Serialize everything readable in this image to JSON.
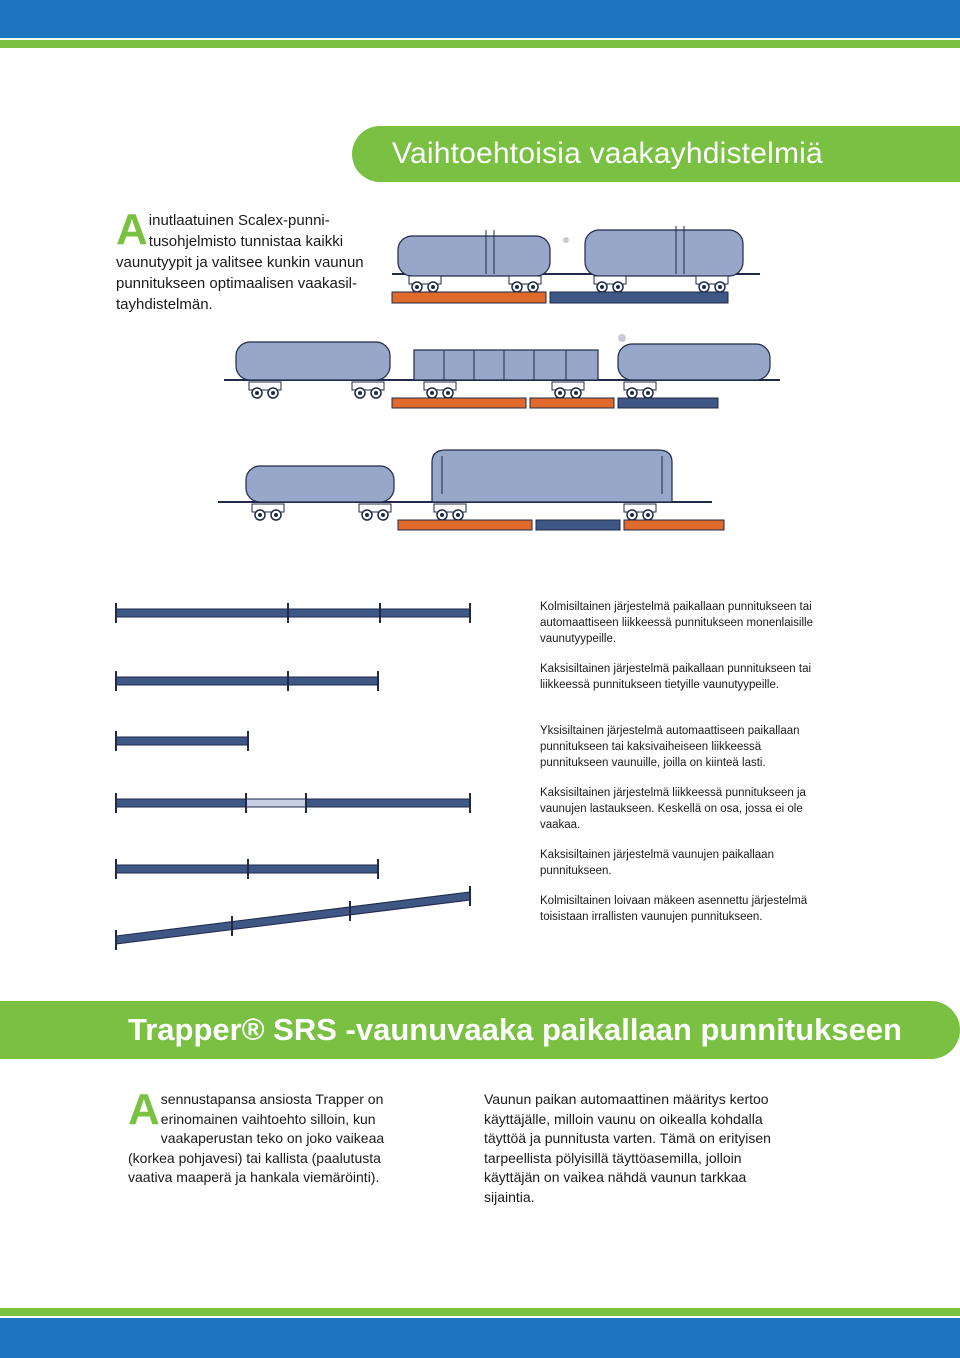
{
  "header": {
    "title": "Vaihtoehtoisia vaakayhdistelmiä"
  },
  "intro": {
    "dropcap": "A",
    "text": "inutlaatuinen Scalex-punni­tusohjelmisto tunnistaa kaikki vaunutyypit ja valitsee kunkin vaunun punnitukseen optimaalisen vaakasil­tayhdistelmän."
  },
  "colors": {
    "brand_green": "#7ac143",
    "brand_blue": "#1f74bf",
    "wagon_fill": "#97a7c9",
    "wagon_stroke": "#1e2a48",
    "bridge_orange": "#e06a2c",
    "bridge_navy": "#3e5785"
  },
  "configurations": [
    {
      "text": "Kolmisiltainen järjestelmä paikallaan punnituk­seen tai automaattiseen liikkeessä punnitukseen monenlaisille vaunutyypeille."
    },
    {
      "text": "Kaksisiltainen järjestelmä paikallaan punnitukseen tai liikkeessä punnitukseen tietyille vaunutyypeille."
    },
    {
      "text": "Yksisiltainen järjestelmä automaattiseen paikal­laan punnitukseen tai kaksivaiheiseen liikkeessä punnitukseen vaunuille, joilla on kiinteä lasti."
    },
    {
      "text": "Kaksisiltainen järjestelmä liikkeessä punnitukseen ja vaunujen lastaukseen. Keskellä on osa, jossa ei ole vaakaa."
    },
    {
      "text": "Kaksisiltainen järjestelmä vaunujen paikallaan punnitukseen."
    },
    {
      "text": "Kolmisiltainen loivaan mäkeen asennettu järjestel­mä toisistaan irrallisten vaunujen punnitukseen."
    }
  ],
  "section2": {
    "title": "Trapper® SRS -vaunuvaaka paikallaan punnitukseen",
    "col1_dropcap": "A",
    "col1_text": "sennustapansa ansiosta Trapper on erinomainen vaihtoehto silloin, kun vaakaperustan teko on joko vaikeaa (korkea pohjavesi) tai kallista (paalutusta vaativa maaperä ja hankala viemäröinti).",
    "col2_text": "Vaunun paikan automaattinen määritys kertoo käyttäjälle, milloin vaunu on oikealla kohdalla täyttöä ja punnitusta varten. Tämä on erityisen tarpeellista pölyisillä täyttöasemilla, jolloin käyttäjän on vaikea nähdä vaunun tarkkaa sijaintia."
  }
}
